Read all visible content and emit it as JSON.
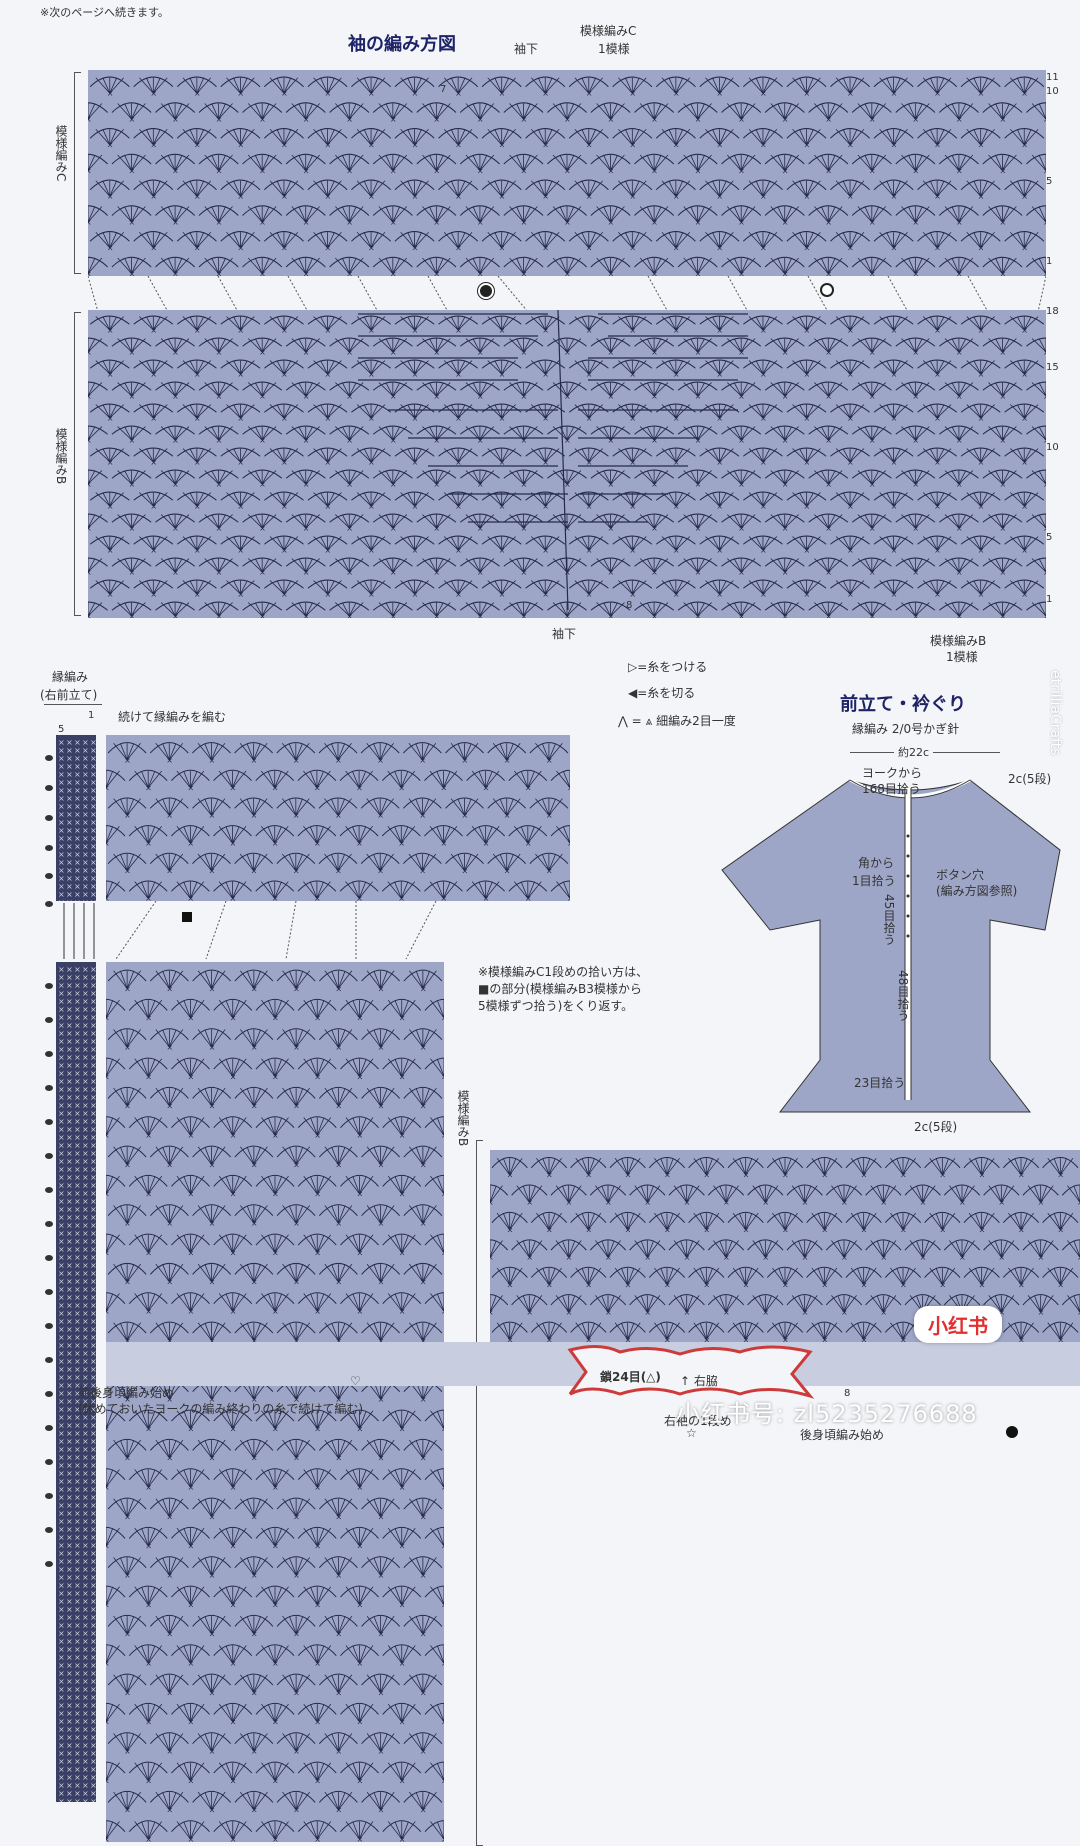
{
  "header_note": "※次のページへ続きます。",
  "sleeve": {
    "title": "袖の編み方図",
    "underarm_top": "袖下",
    "underarm_bottom": "袖下",
    "patternC_top": "模様編みC",
    "patternC_repeat": "1模様",
    "patternC_side": "模様編みC",
    "patternB_side": "模様編みB",
    "patternB_bottom": "模様編みB",
    "patternB_repeat": "1模様",
    "rowsC": [
      "11",
      "10",
      "5",
      "1"
    ],
    "rowsB": [
      "18",
      "15",
      "10",
      "5",
      "1"
    ],
    "num7": "7",
    "num8": "8"
  },
  "legend": {
    "attach": "=糸をつける",
    "cut": "=糸を切る",
    "dec": "細編み2目一度"
  },
  "border": {
    "title_line1": "縁編み",
    "title_line2": "(右前立て)",
    "five": "5",
    "one": "1",
    "continue_label": "続けて縁編みを編む"
  },
  "pickup_note": {
    "line1": "※模様編みC1段めの拾い方は、",
    "line2": "■の部分(模様編みB3模様から",
    "line3": "5模様ずつ拾う)をくり返す。"
  },
  "body": {
    "patternB_side": "模様編みB",
    "start_label_line1": "前後身頃編み始め",
    "start_label_line2": "(休めておいたヨークの編み終わりの糸で続けて編む)",
    "chain": "鎖24目(△)",
    "right_side": "右脇",
    "right_sleeve": "右袖の1段め",
    "back_start": "後身頃編み始め",
    "num8": "8"
  },
  "front": {
    "title": "前立て・衿ぐり",
    "spec": "縁編み 2/0号かぎ針",
    "width": "約22c",
    "yoke": "ヨークから",
    "yoke_count": "168目拾う",
    "top_rows": "2c(5段)",
    "corner": "角から",
    "corner_count": "1目拾う",
    "buttonhole": "ボタン穴",
    "buttonhole_ref": "(編み方図参照)",
    "pick45": "45目拾う",
    "pick48": "48目拾う",
    "pick23": "23目拾う",
    "bottom_rows": "2c(5段)"
  },
  "watermarks": {
    "xhs_id": "小红书号: zl5235276688",
    "xhs_logo": "小红书",
    "vertical": "etrilliaCrafts"
  },
  "colors": {
    "fabric": "#9ea6c8",
    "stitch": "#262a48",
    "title": "#1e2266",
    "red": "#cc3a3a"
  }
}
